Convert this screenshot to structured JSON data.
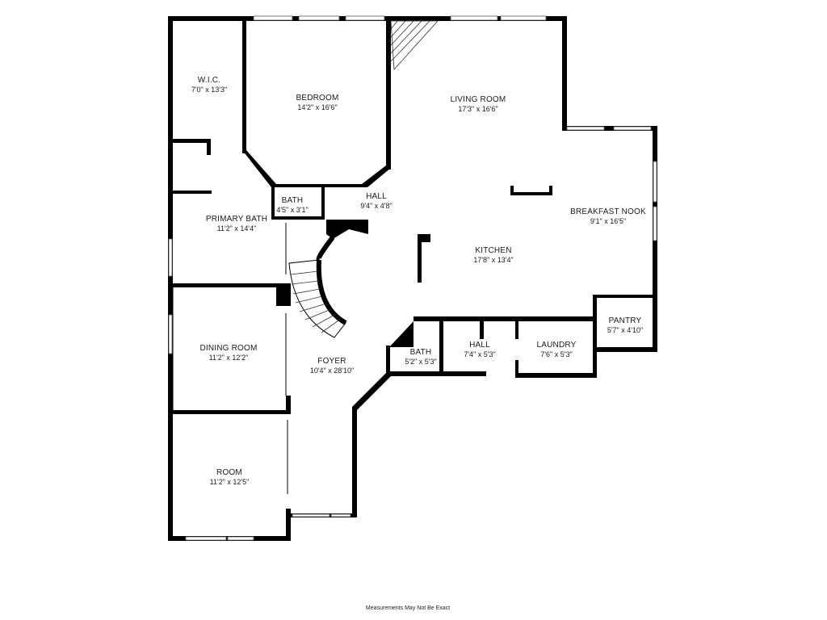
{
  "rooms": {
    "wic": {
      "name": "W.I.C.",
      "dims": "7'0\" x 13'3\""
    },
    "bedroom": {
      "name": "BEDROOM",
      "dims": "14'2\" x 16'6\""
    },
    "living_room": {
      "name": "LIVING ROOM",
      "dims": "17'3\" x 16'6\""
    },
    "primary_bath": {
      "name": "PRIMARY BATH",
      "dims": "11'2\" x 14'4\""
    },
    "bath_upper": {
      "name": "BATH",
      "dims": "4'5\" x 3'1\""
    },
    "hall_upper": {
      "name": "HALL",
      "dims": "9'4\" x 4'8\""
    },
    "breakfast_nook": {
      "name": "BREAKFAST NOOK",
      "dims": "9'1\" x 16'5\""
    },
    "kitchen": {
      "name": "KITCHEN",
      "dims": "17'8\" x 13'4\""
    },
    "pantry": {
      "name": "PANTRY",
      "dims": "5'7\" x 4'10\""
    },
    "dining_room": {
      "name": "DINING ROOM",
      "dims": "11'2\" x 12'2\""
    },
    "bath_lower": {
      "name": "BATH",
      "dims": "5'2\" x 5'3\""
    },
    "hall_lower": {
      "name": "HALL",
      "dims": "7'4\" x 5'3\""
    },
    "laundry": {
      "name": "LAUNDRY",
      "dims": "7'6\" x 5'3\""
    },
    "foyer": {
      "name": "FOYER",
      "dims": "10'4\" x 28'10\""
    },
    "room": {
      "name": "ROOM",
      "dims": "11'2\" x 12'5\""
    }
  },
  "disclaimer": "Measurements May Not Be Exact",
  "colors": {
    "wall": "#000000",
    "background": "#ffffff"
  }
}
